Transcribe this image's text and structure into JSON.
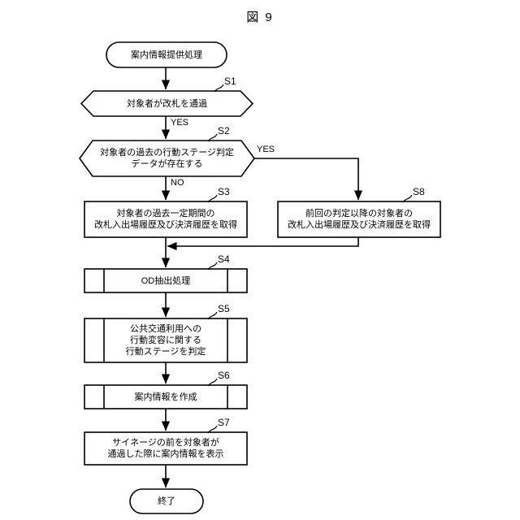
{
  "figure": {
    "title": "図 9"
  },
  "nodes": {
    "start": {
      "label": "案内情報提供処理",
      "shape": "terminator"
    },
    "s1": {
      "label": "対象者が改札を通過",
      "shape": "decision",
      "step": "S1"
    },
    "s2": {
      "label": "対象者の過去の行動ステージ判定\nデータが存在する",
      "shape": "decision",
      "step": "S2"
    },
    "s3": {
      "label": "対象者の過去一定期間の\n改札入出場履歴及び決済履歴を取得",
      "shape": "process",
      "step": "S3"
    },
    "s8": {
      "label": "前回の判定以降の対象者の\n改札入出場履歴及び決済履歴を取得",
      "shape": "process",
      "step": "S8"
    },
    "s4": {
      "label": "OD抽出処理",
      "shape": "predefined-process",
      "step": "S4"
    },
    "s5": {
      "label": "公共交通利用への\n行動変容に関する\n行動ステージを判定",
      "shape": "predefined-process",
      "step": "S5"
    },
    "s6": {
      "label": "案内情報を作成",
      "shape": "predefined-process",
      "step": "S6"
    },
    "s7": {
      "label": "サイネージの前を対象者が\n通過した際に案内情報を表示",
      "shape": "process",
      "step": "S7"
    },
    "end": {
      "label": "終了",
      "shape": "terminator"
    }
  },
  "edge_labels": {
    "s1_yes": "YES",
    "s2_yes": "YES",
    "s2_no": "NO"
  },
  "colors": {
    "stroke": "#000000",
    "background": "#ffffff",
    "text": "#000000"
  }
}
